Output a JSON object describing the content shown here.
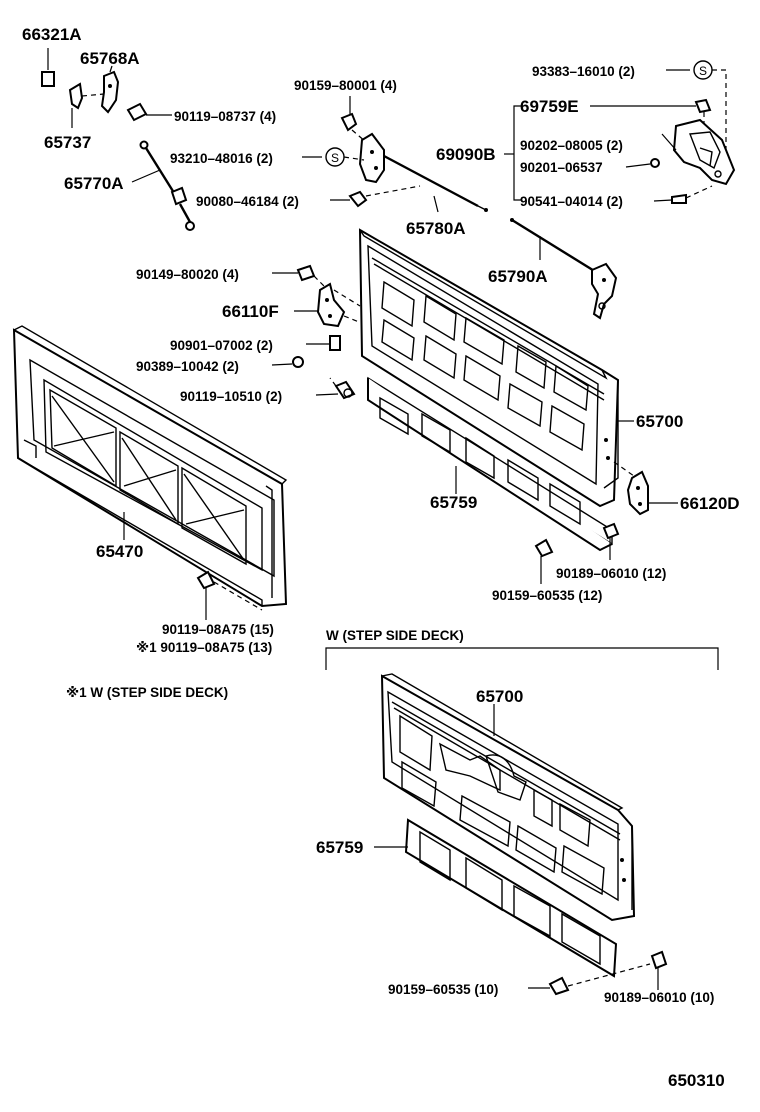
{
  "diagram_id": "650310",
  "labels": {
    "p66321A": "66321A",
    "p65768A": "65768A",
    "p65737": "65737",
    "p90119_08737": "90119–08737 (4)",
    "p65770A": "65770A",
    "p90159_80001": "90159–80001 (4)",
    "p93210_48016": "93210–48016 (2)",
    "p90080_46184": "90080–46184 (2)",
    "p65780A": "65780A",
    "p93383_16010": "93383–16010 (2)",
    "p69759E": "69759E",
    "p69090B": "69090B",
    "p90202_08005": "90202–08005 (2)",
    "p90201_06537": "90201–06537",
    "p90541_04014": "90541–04014 (2)",
    "p65790A": "65790A",
    "p90149_80020": "90149–80020 (4)",
    "p66110F": "66110F",
    "p90901_07002": "90901–07002 (2)",
    "p90389_10042": "90389–10042 (2)",
    "p90119_10510": "90119–10510 (2)",
    "p65700_top": "65700",
    "p65759_top": "65759",
    "p66120D": "66120D",
    "p90189_06010_12": "90189–06010 (12)",
    "p90159_60535_12": "90159–60535 (12)",
    "p65470": "65470",
    "p90119_08A75_15": "90119–08A75 (15)",
    "p90119_08A75_13": "※1 90119–08A75 (13)",
    "note_step_side": "※1 W (STEP SIDE DECK)",
    "section_header": "W (STEP SIDE DECK)",
    "p65700_bottom": "65700",
    "p65759_bottom": "65759",
    "p90159_60535_10": "90159–60535 (10)",
    "p90189_06010_10": "90189–06010 (10)",
    "snap_ring_symbol": "S"
  }
}
